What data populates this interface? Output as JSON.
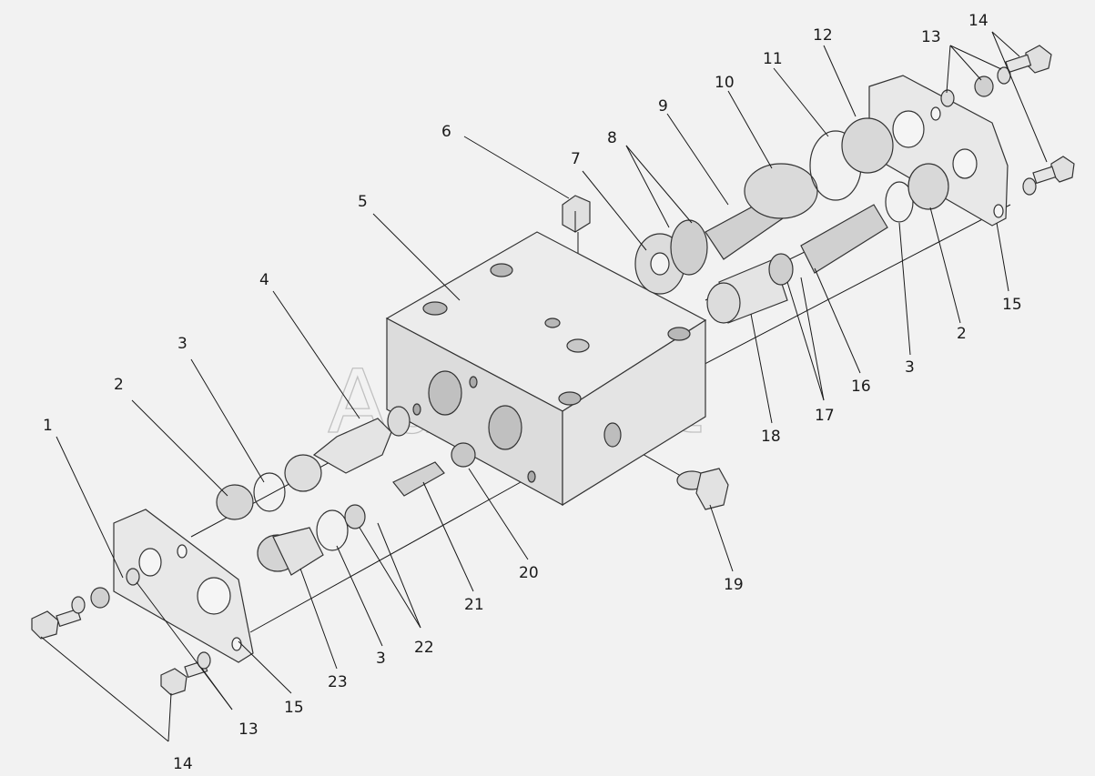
{
  "watermark": "AutoSoft",
  "colors": {
    "background": "#f2f2f2",
    "part_fill": "#e6e6e6",
    "part_shadow": "#c4c4c4",
    "line": "#1a1a1a"
  },
  "labels": [
    {
      "id": "l1",
      "text": "1"
    },
    {
      "id": "l2a",
      "text": "2"
    },
    {
      "id": "l3a",
      "text": "3"
    },
    {
      "id": "l4",
      "text": "4"
    },
    {
      "id": "l5",
      "text": "5"
    },
    {
      "id": "l6",
      "text": "6"
    },
    {
      "id": "l7",
      "text": "7"
    },
    {
      "id": "l8",
      "text": "8"
    },
    {
      "id": "l9",
      "text": "9"
    },
    {
      "id": "l10",
      "text": "10"
    },
    {
      "id": "l11",
      "text": "11"
    },
    {
      "id": "l12",
      "text": "12"
    },
    {
      "id": "l13a",
      "text": "13"
    },
    {
      "id": "l14a",
      "text": "14"
    },
    {
      "id": "l15a",
      "text": "15"
    },
    {
      "id": "l2b",
      "text": "2"
    },
    {
      "id": "l3b",
      "text": "3"
    },
    {
      "id": "l16",
      "text": "16"
    },
    {
      "id": "l17",
      "text": "17"
    },
    {
      "id": "l18",
      "text": "18"
    },
    {
      "id": "l19",
      "text": "19"
    },
    {
      "id": "l20",
      "text": "20"
    },
    {
      "id": "l21",
      "text": "21"
    },
    {
      "id": "l22",
      "text": "22"
    },
    {
      "id": "l3c",
      "text": "3"
    },
    {
      "id": "l23",
      "text": "23"
    },
    {
      "id": "l15b",
      "text": "15"
    },
    {
      "id": "l13b",
      "text": "13"
    },
    {
      "id": "l14b",
      "text": "14"
    }
  ]
}
